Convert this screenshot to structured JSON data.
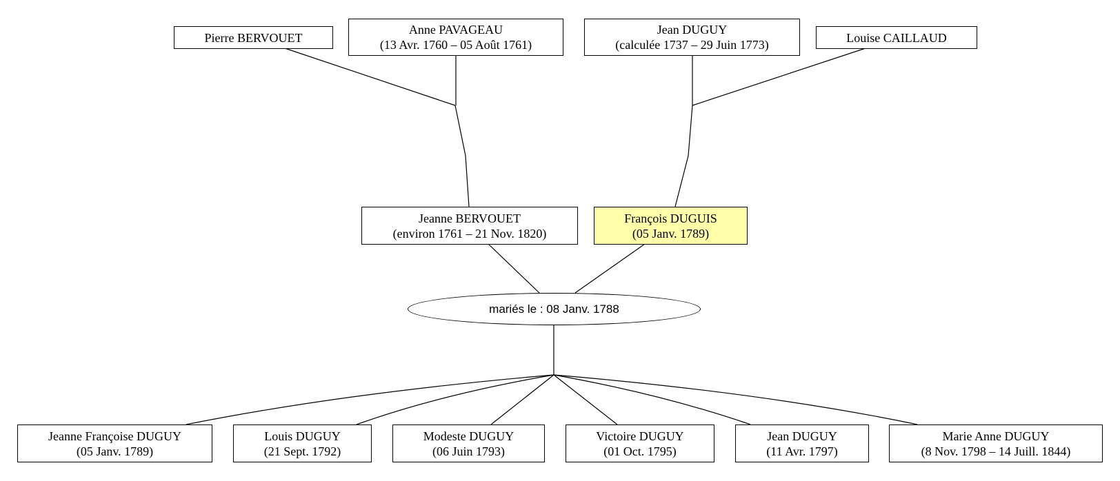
{
  "grandparents": {
    "pierre_bervouet": {
      "name": "Pierre BERVOUET",
      "dates": ""
    },
    "anne_pavageau": {
      "name": "Anne PAVAGEAU",
      "dates": "(13 Avr. 1760 – 05 Août 1761)"
    },
    "jean_duguy_senior": {
      "name": "Jean DUGUY",
      "dates": "(calculée 1737 – 29 Juin 1773)"
    },
    "louise_caillaud": {
      "name": "Louise CAILLAUD",
      "dates": ""
    }
  },
  "parents": {
    "jeanne_bervouet": {
      "name": "Jeanne BERVOUET",
      "dates": "(environ 1761 – 21 Nov. 1820)"
    },
    "francois_duguis": {
      "name": "François DUGUIS",
      "dates": "(05 Janv. 1789)",
      "highlighted": true
    }
  },
  "marriage": {
    "label": "mariés le : 08 Janv. 1788"
  },
  "children": [
    {
      "name": "Jeanne Françoise DUGUY",
      "dates": "(05 Janv. 1789)"
    },
    {
      "name": "Louis DUGUY",
      "dates": "(21 Sept. 1792)"
    },
    {
      "name": "Modeste DUGUY",
      "dates": "(06 Juin 1793)"
    },
    {
      "name": "Victoire DUGUY",
      "dates": "(01 Oct. 1795)"
    },
    {
      "name": "Jean DUGUY",
      "dates": "(11 Avr. 1797)"
    },
    {
      "name": "Marie Anne DUGUY",
      "dates": "(8 Nov. 1798 – 14 Juill. 1844)"
    }
  ],
  "colors": {
    "highlight_fill": "#ffffaa",
    "box_fill": "#ffffff",
    "stroke": "#000000"
  }
}
